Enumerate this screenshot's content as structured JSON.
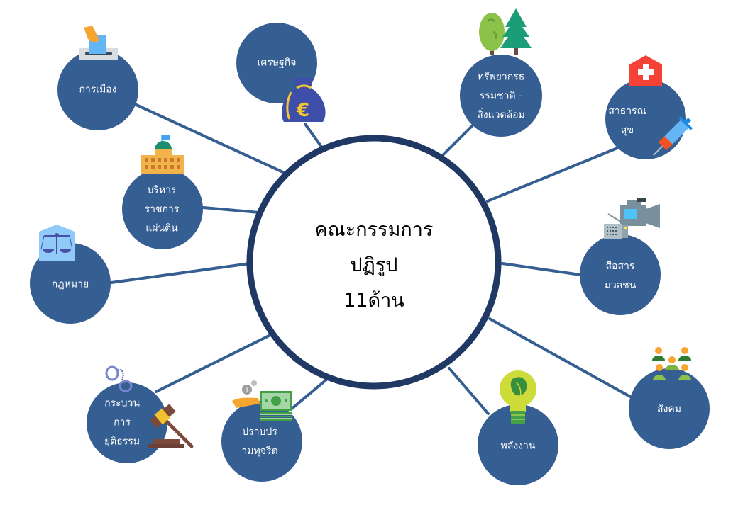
{
  "center": {
    "lines": [
      "คณะกรรมการ",
      "ปฏิรูป",
      "11ด้าน"
    ],
    "border_color": "#1F3864"
  },
  "colors": {
    "node_fill": "#355E92",
    "connector": "#355E92",
    "label_text": "#FFFFFF"
  },
  "nodes": [
    {
      "id": "politics",
      "lines": [
        "การเมือง"
      ],
      "icon": "ballot-box-icon"
    },
    {
      "id": "economy",
      "lines": [
        "เศรษฐกิจ"
      ],
      "icon": "money-bag-euro-icon"
    },
    {
      "id": "environment",
      "lines": [
        "ทรัพยากรธ",
        "รรมชาติ -",
        "สิ่งแวดล้อม"
      ],
      "icon": "trees-icon"
    },
    {
      "id": "public-health",
      "lines": [
        "สาธารณ",
        "สุข"
      ],
      "icon": "hospital-syringe-icon"
    },
    {
      "id": "public-admin",
      "lines": [
        "บริหาร",
        "ราชการ",
        "แผ่นดิน"
      ],
      "icon": "government-building-icon"
    },
    {
      "id": "law",
      "lines": [
        "กฎหมาย"
      ],
      "icon": "scales-icon"
    },
    {
      "id": "mass-media",
      "lines": [
        "สื่อสาร",
        "มวลชน"
      ],
      "icon": "video-camera-icon"
    },
    {
      "id": "justice",
      "lines": [
        "กระบวน",
        "การ",
        "ยุติธรรม"
      ],
      "icon": "handcuffs-gavel-icon"
    },
    {
      "id": "anti-corruption",
      "lines": [
        "ปราบปร",
        "ามทุจริต"
      ],
      "icon": "money-hand-icon"
    },
    {
      "id": "energy",
      "lines": [
        "พลังงาน"
      ],
      "icon": "eco-bulb-icon"
    },
    {
      "id": "society",
      "lines": [
        "สังคม"
      ],
      "icon": "people-group-icon"
    }
  ]
}
